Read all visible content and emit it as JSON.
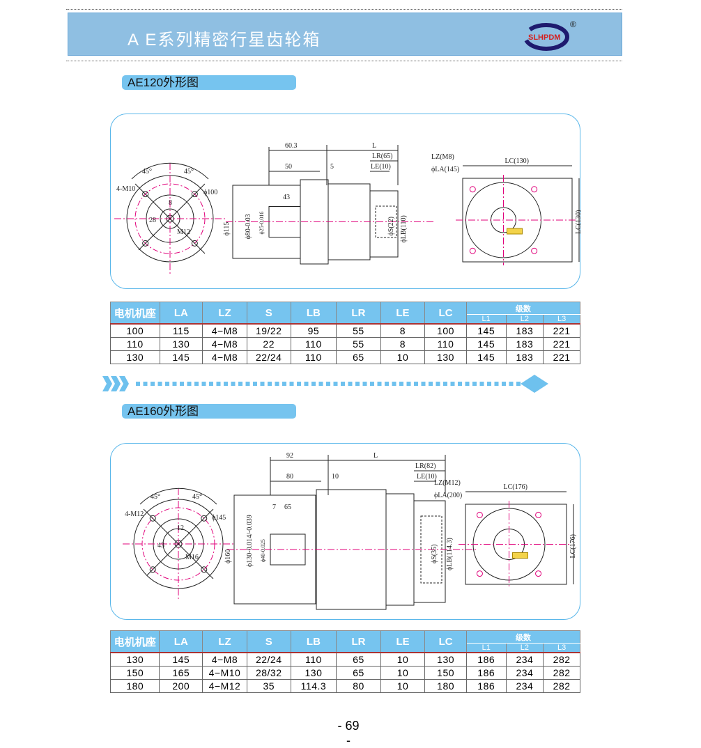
{
  "header": {
    "title": "A E系列精密行星齿轮箱",
    "logo_text": "SLHPDM",
    "registered": "®"
  },
  "sections": [
    {
      "label": "AE120外形图",
      "drawing": {
        "angle_left": "45°",
        "angle_right": "45°",
        "holes": "4-M10",
        "pcd": "ϕ100",
        "key": "8",
        "shaft_h": "28",
        "thread": "M12",
        "dim_total": "60.3",
        "dim_L": "L",
        "dim_50": "50",
        "dim_5": "5",
        "dim_43": "43",
        "dia_115": "ϕ115",
        "dia_80": "ϕ80-0.03",
        "dia_25": "ϕ25-0.016",
        "LR": "LR(65)",
        "LE": "LE(10)",
        "S": "ϕS(22)",
        "LB": "ϕLB(110)",
        "LZ": "LZ(M8)",
        "LA": "ϕLA(145)",
        "LC_top": "LC(130)",
        "LC_side": "LC(130)"
      },
      "table": {
        "headers": [
          "电机机座",
          "LA",
          "LZ",
          "S",
          "LB",
          "LR",
          "LE",
          "LC"
        ],
        "stage_header": "级数",
        "stages": [
          "L1",
          "L2",
          "L3"
        ],
        "rows": [
          [
            "100",
            "115",
            "4−M8",
            "19/22",
            "95",
            "55",
            "8",
            "100",
            "145",
            "183",
            "221"
          ],
          [
            "110",
            "130",
            "4−M8",
            "22",
            "110",
            "55",
            "8",
            "110",
            "145",
            "183",
            "221"
          ],
          [
            "130",
            "145",
            "4−M8",
            "22/24",
            "110",
            "65",
            "10",
            "130",
            "145",
            "183",
            "221"
          ]
        ]
      }
    },
    {
      "label": "AE160外形图",
      "drawing": {
        "angle_left": "45°",
        "angle_right": "45°",
        "holes": "4-M12",
        "pcd": "ϕ145",
        "key": "12",
        "shaft_h": "43",
        "thread": "M16",
        "dim_total": "92",
        "dim_L": "L",
        "dim_50": "80",
        "dim_5": "10",
        "dim_43": "65",
        "dim_7": "7",
        "dia_115": "ϕ160",
        "dia_80": "ϕ130-0.014/-0.039",
        "dia_25": "ϕ40-0.025",
        "LR": "LR(82)",
        "LE": "LE(10)",
        "S": "ϕS(35)",
        "LB": "ϕLB(114.3)",
        "LZ": "LZ(M12)",
        "LA": "ϕLA(200)",
        "LC_top": "LC(176)",
        "LC_side": "LC(176)"
      },
      "table": {
        "headers": [
          "电机机座",
          "LA",
          "LZ",
          "S",
          "LB",
          "LR",
          "LE",
          "LC"
        ],
        "stage_header": "级数",
        "stages": [
          "L1",
          "L2",
          "L3"
        ],
        "rows": [
          [
            "130",
            "145",
            "4−M8",
            "22/24",
            "110",
            "65",
            "10",
            "130",
            "186",
            "234",
            "282"
          ],
          [
            "150",
            "165",
            "4−M10",
            "28/32",
            "130",
            "65",
            "10",
            "150",
            "186",
            "234",
            "282"
          ],
          [
            "180",
            "200",
            "4−M12",
            "35",
            "114.3",
            "80",
            "10",
            "180",
            "186",
            "234",
            "282"
          ]
        ]
      }
    }
  ],
  "page_number": "- 69 -",
  "colors": {
    "header_bg": "#8fbfe2",
    "accent": "#76c4ef",
    "center_line": "#e0007a",
    "logo_red": "#d42020",
    "logo_navy": "#1e1a6e"
  }
}
